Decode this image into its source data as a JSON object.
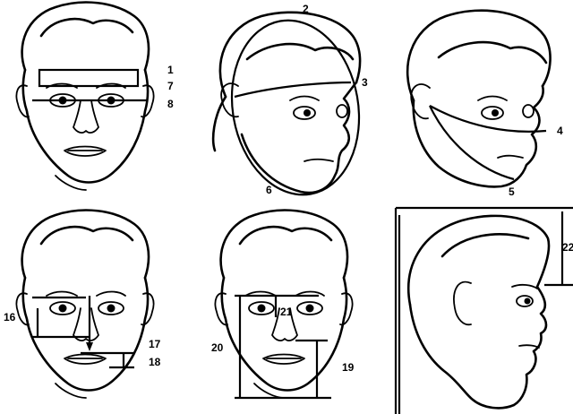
{
  "labels": {
    "l1": "1",
    "l7": "7",
    "l8": "8",
    "l2": "2",
    "l3": "3",
    "l6": "6",
    "l4": "4",
    "l5": "5",
    "l16": "16",
    "l17": "17",
    "l18": "18",
    "l19": "19",
    "l20": "20",
    "l21": "21",
    "l22": "22"
  }
}
